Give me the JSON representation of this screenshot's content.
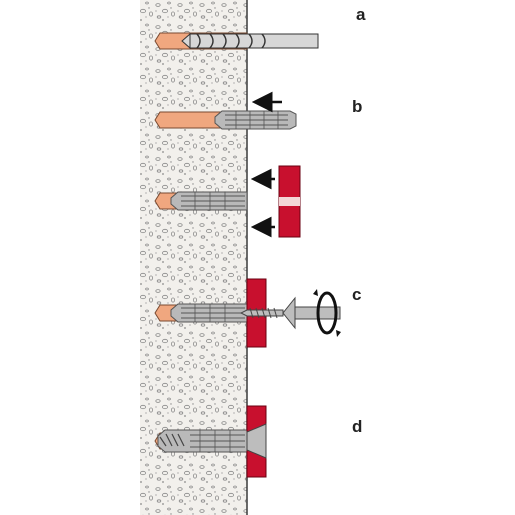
{
  "steps": [
    {
      "id": "a",
      "label": "a"
    },
    {
      "id": "b",
      "label": "b"
    },
    {
      "id": "c",
      "label": "c"
    },
    {
      "id": "d",
      "label": "d"
    }
  ],
  "colors": {
    "wall_fill": "#f2f0ec",
    "wall_speckle": "#8a8a8a",
    "wall_edge": "#3a3a3a",
    "drill_hole": "#f0a77f",
    "dowel": "#b9b9b9",
    "dowel_outline": "#555555",
    "fixture": "#c8102e",
    "drill_bit": "#d7d7d7",
    "arrow": "#111111"
  },
  "icons": [
    "push-arrow-icon",
    "rotate-arrow-icon"
  ]
}
